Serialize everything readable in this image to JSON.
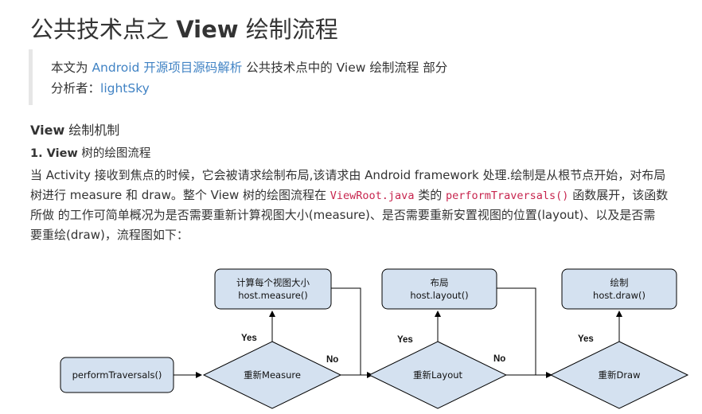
{
  "title": {
    "zh": "公共技术点之",
    "en": "View",
    "zh2": "绘制流程"
  },
  "quote": {
    "line1_pre": "本文为 ",
    "line1_link": "Android 开源项目源码解析",
    "line1_post": " 公共技术点中的 View 绘制流程 部分",
    "line2_pre": "分析者：",
    "line2_link": "lightSky"
  },
  "section": {
    "h2_bold": "View",
    "h2_rest": " 绘制机制",
    "h3_bold": "1. View",
    "h3_rest": " 树的绘图流程"
  },
  "paragraph": {
    "line1": "当 Activity 接收到焦点的时候，它会被请求绘制布局,该请求由 Android framework 处理.绘制是从根节点开始，对布局",
    "line2_a": "树进行 measure 和 draw。整个 View 树的绘图流程在 ",
    "line2_code1": "ViewRoot.java",
    "line2_b": " 类的 ",
    "line2_code2": "performTraversals()",
    "line2_c": " 函数展开，该函数",
    "line3": "所做 的工作可简单概况为是否需要重新计算视图大小(measure)、是否需要重新安置视图的位置(layout)、以及是否需",
    "line4": "要重绘(draw)，流程图如下："
  },
  "flowchart": {
    "colors": {
      "fill": "#d4e1f0",
      "stroke": "#000000"
    },
    "start": "performTraversals()",
    "measure_decision": "重新Measure",
    "layout_decision": "重新Layout",
    "draw_decision": "重新Draw",
    "measure_box": {
      "line1": "计算每个视图大小",
      "line2": "host.measure()"
    },
    "layout_box": {
      "line1": "布局",
      "line2": "host.layout()"
    },
    "draw_box": {
      "line1": "绘制",
      "line2": "host.draw()"
    },
    "yes_label": "Yes",
    "no_label": "No"
  }
}
